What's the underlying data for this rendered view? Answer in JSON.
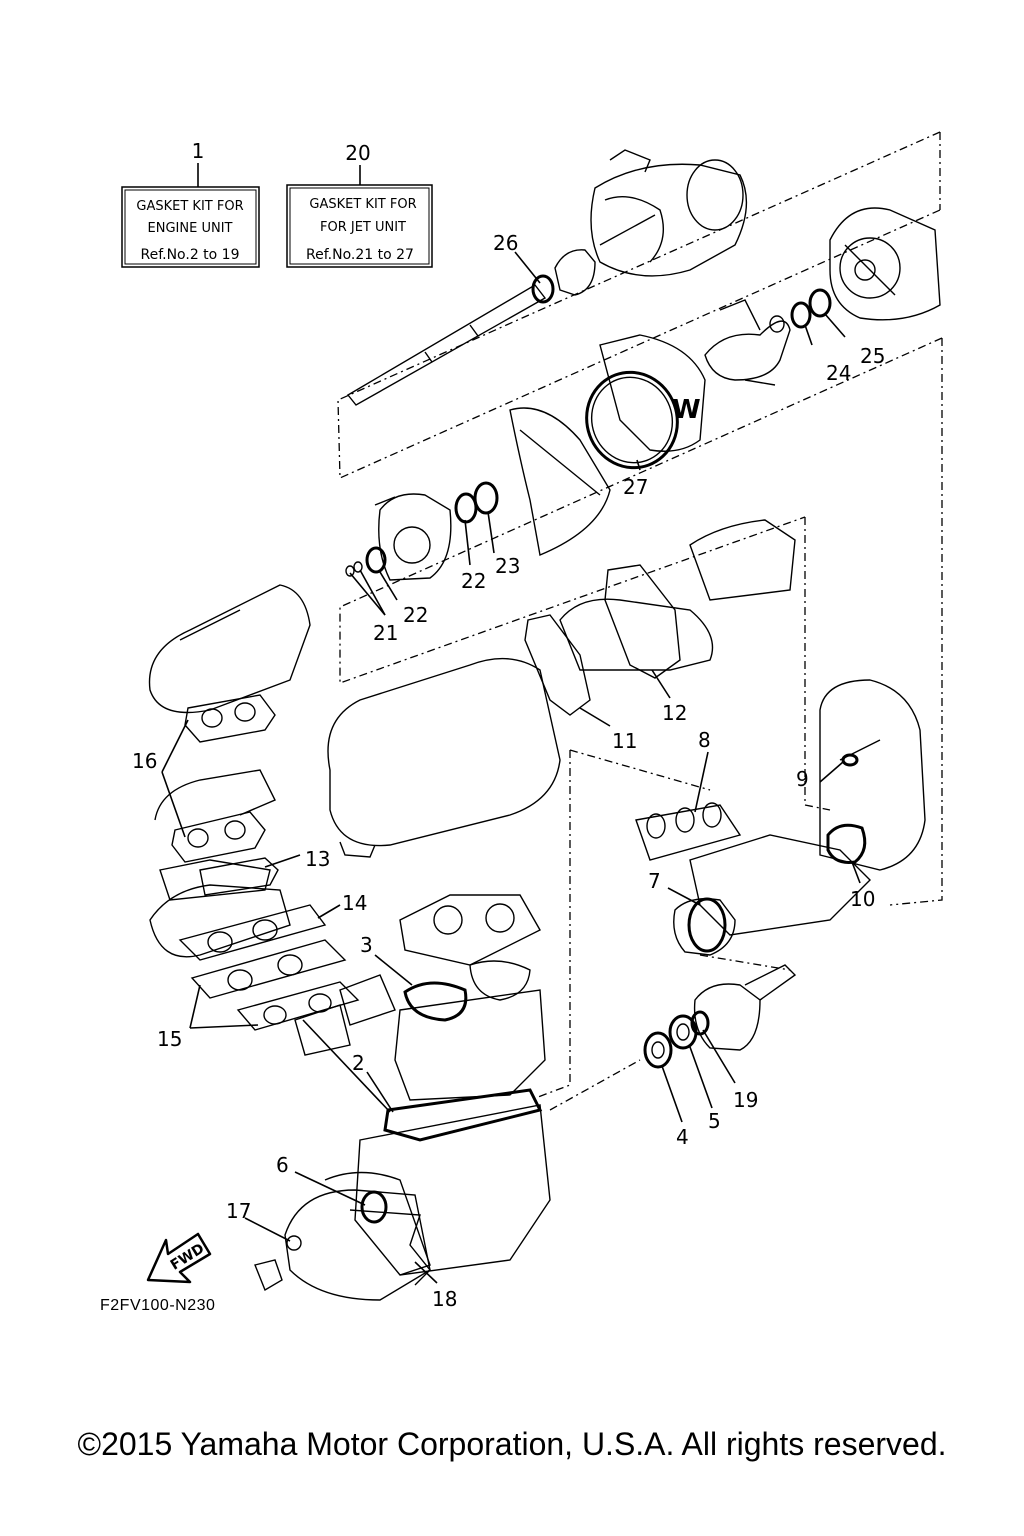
{
  "kits": [
    {
      "number": "1",
      "line1": "GASKET  KIT FOR",
      "line2": "ENGINE UNIT",
      "line3": "Ref.No.2 to 19"
    },
    {
      "number": "20",
      "line1": "GASKET  KIT FOR",
      "line2": "FOR JET UNIT",
      "line3": "Ref.No.21 to 27"
    }
  ],
  "callouts": [
    "2",
    "3",
    "4",
    "5",
    "6",
    "7",
    "8",
    "9",
    "10",
    "11",
    "12",
    "13",
    "14",
    "15",
    "16",
    "17",
    "18",
    "19",
    "21",
    "22",
    "22",
    "23",
    "24",
    "25",
    "26",
    "27"
  ],
  "fwd_label": "FWD",
  "diagram_code": "F2FV100-N230",
  "copyright": "©2015 Yamaha Motor Corporation, U.S.A. All rights reserved."
}
